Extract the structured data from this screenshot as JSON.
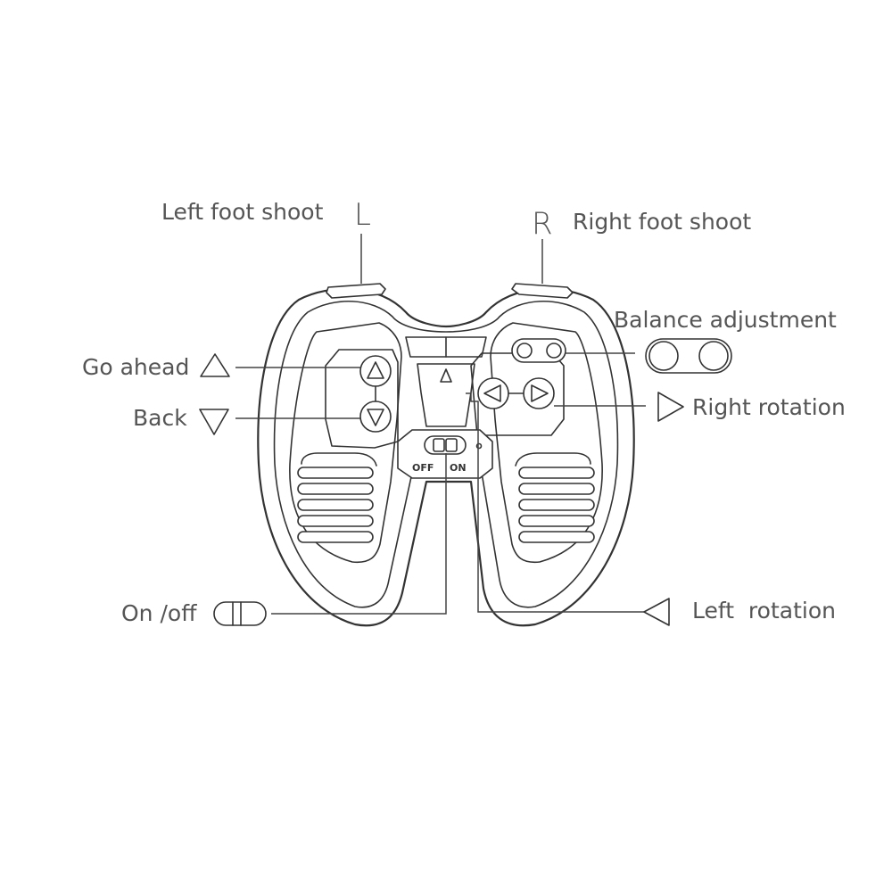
{
  "labels": {
    "left_foot_shoot": "Left foot shoot",
    "right_foot_shoot": "Right foot shoot",
    "balance_adjustment": "Balance adjustment",
    "go_ahead": "Go ahead",
    "back": "Back",
    "right_rotation": "Right rotation",
    "on_off": "On /off",
    "left_rotation": "Left  rotation"
  },
  "letters": {
    "left": "L",
    "right": "R"
  },
  "switch": {
    "off": "OFF",
    "on": "ON"
  },
  "colors": {
    "line": "#333333",
    "text": "#555555",
    "background": "#ffffff"
  }
}
